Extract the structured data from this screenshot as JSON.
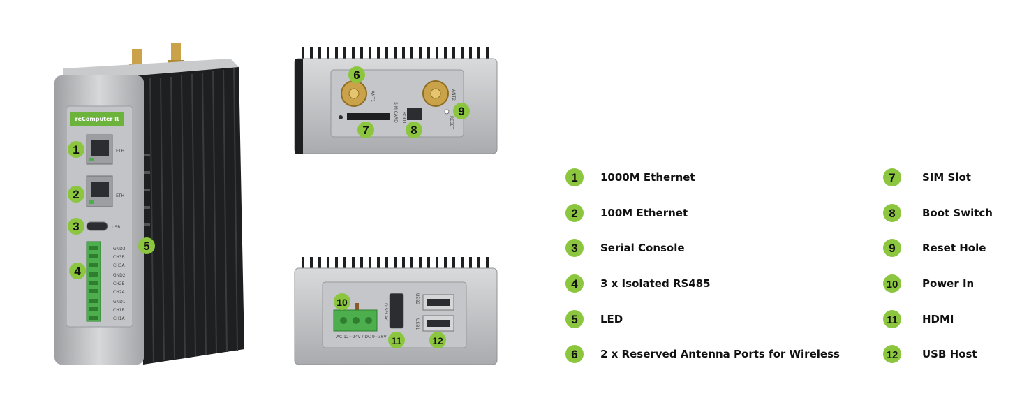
{
  "device": {
    "brand_label": "reComputer R",
    "port_labels": {
      "eth1": "ETH",
      "eth2": "ETH",
      "usb": "USB",
      "rs485": [
        "GND3",
        "CH3B",
        "CH3A",
        "GND2",
        "CH2B",
        "CH2A",
        "GND1",
        "CH1B",
        "CH1A"
      ],
      "ant1": "ANT1",
      "ant2": "ANT2",
      "sim": "SIM CARD",
      "boot": "BOOT",
      "reset": "RESET",
      "display": "DISPLAY",
      "usb1": "USB1",
      "usb2": "USB2",
      "power": "AC 12~24V / DC 9~36V"
    }
  },
  "legend": {
    "left": [
      {
        "num": "1",
        "label": "1000M Ethernet"
      },
      {
        "num": "2",
        "label": "100M Ethernet"
      },
      {
        "num": "3",
        "label": "Serial Console"
      },
      {
        "num": "4",
        "label": "3 x Isolated RS485"
      },
      {
        "num": "5",
        "label": "LED"
      },
      {
        "num": "6",
        "label": "2 x Reserved Antenna Ports for Wireless"
      }
    ],
    "right": [
      {
        "num": "7",
        "label": "SIM Slot"
      },
      {
        "num": "8",
        "label": "Boot Switch"
      },
      {
        "num": "9",
        "label": "Reset Hole"
      },
      {
        "num": "10",
        "label": "Power In"
      },
      {
        "num": "11",
        "label": "HDMI"
      },
      {
        "num": "12",
        "label": "USB Host"
      }
    ]
  },
  "callouts": [
    "1",
    "2",
    "3",
    "4",
    "5",
    "6",
    "7",
    "8",
    "9",
    "10",
    "11",
    "12"
  ],
  "colors": {
    "accent": "#8cc63f",
    "housing": "#b9bbbe",
    "heatsink": "#1e1f21",
    "terminal": "#4cae4c"
  }
}
